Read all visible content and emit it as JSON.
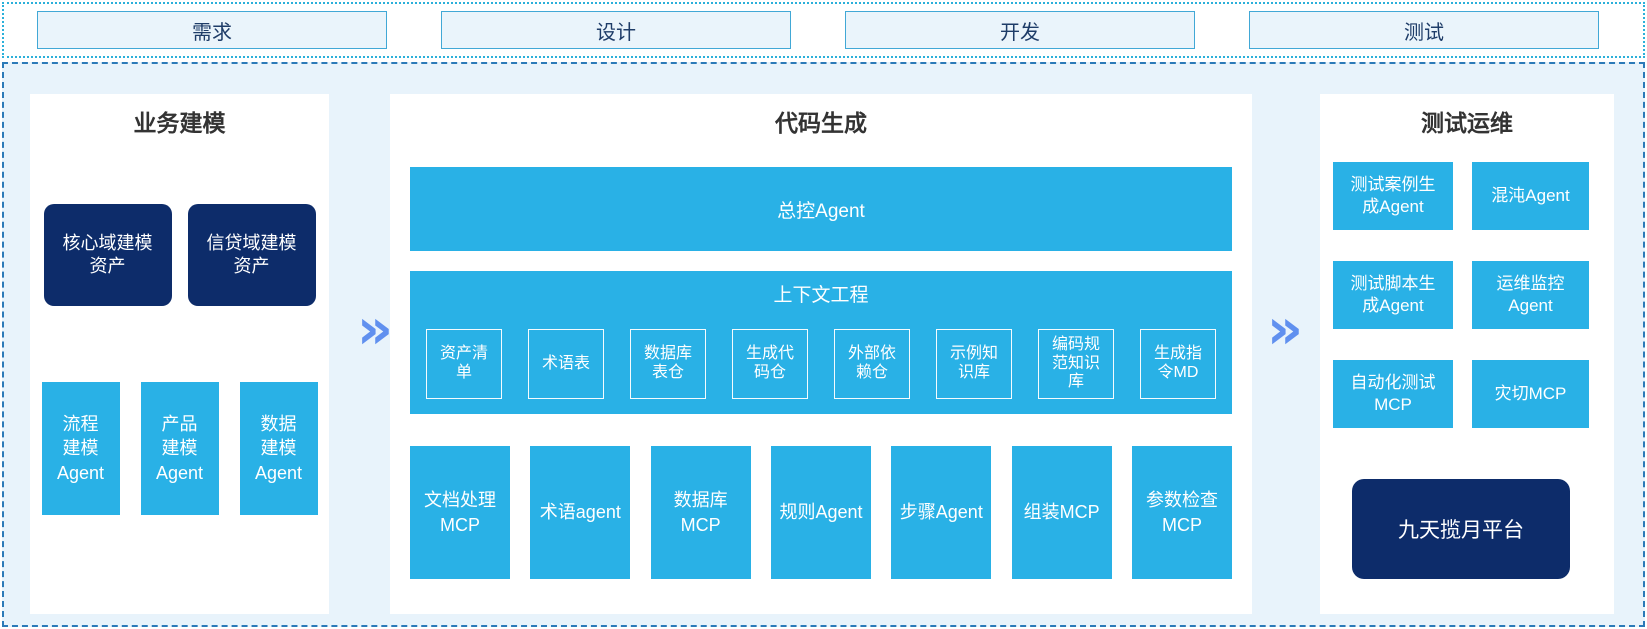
{
  "phases": {
    "items": [
      "需求",
      "设计",
      "开发",
      "测试"
    ]
  },
  "arrows": {
    "glyph": "»"
  },
  "business": {
    "title": "业务建模",
    "assets": [
      "核心域建模\n资产",
      "信贷域建模\n资产"
    ],
    "agents": [
      "流程\n建模\nAgent",
      "产品\n建模\nAgent",
      "数据\n建模\nAgent"
    ]
  },
  "codegen": {
    "title": "代码生成",
    "master_agent": "总控Agent",
    "context": {
      "title": "上下文工程",
      "items": [
        "资产清\n单",
        "术语表",
        "数据库\n表仓",
        "生成代\n码仓",
        "外部依\n赖仓",
        "示例知\n识库",
        "编码规\n范知识\n库",
        "生成指\n令MD"
      ]
    },
    "mcp_row": [
      "文档处理\nMCP",
      "术语agent",
      "数据库\nMCP",
      "规则Agent",
      "步骤Agent",
      "组装MCP",
      "参数检查\nMCP"
    ]
  },
  "testops": {
    "title": "测试运维",
    "boxes": [
      "测试案例生\n成Agent",
      "混沌Agent",
      "测试脚本生\n成Agent",
      "运维监控\nAgent",
      "自动化测试\nMCP",
      "灾切MCP"
    ],
    "platform": "九天揽月平台"
  },
  "colors": {
    "cyan": "#29b1e6",
    "navy": "#0d2c6a",
    "container_bg": "#e8f3fb",
    "container_border": "#2b7ab8",
    "strip_border": "#2bb0da",
    "phase_box_bg": "#eaf4fb",
    "phase_box_border": "#41a8d6",
    "phase_text": "#1e3c68",
    "title_text": "#333333",
    "arrow_blue": "#6090ef"
  }
}
